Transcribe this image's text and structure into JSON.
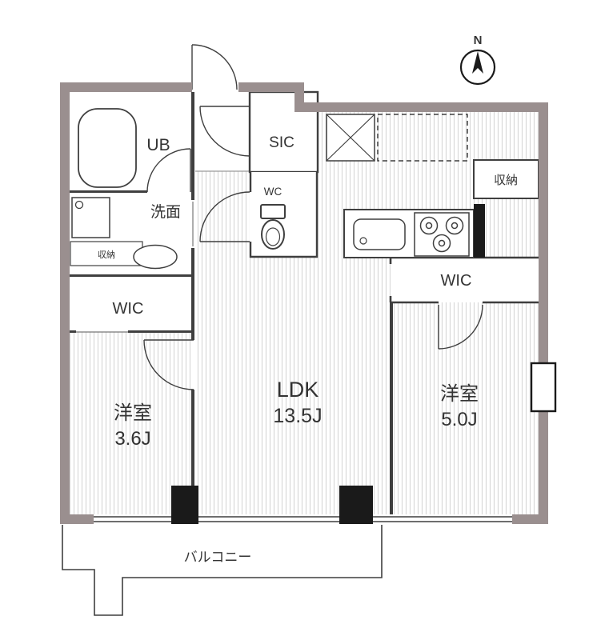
{
  "compass": {
    "label": "N"
  },
  "colors": {
    "wall": "#9a8f8f",
    "hatch": "#d9d9d9",
    "line": "#3f3f3f"
  },
  "rooms": {
    "ldk": {
      "name": "LDK",
      "size": "13.5J"
    },
    "bedroom_left": {
      "name": "洋室",
      "size": "3.6J"
    },
    "bedroom_right": {
      "name": "洋室",
      "size": "5.0J"
    },
    "wic_left": {
      "label": "WIC"
    },
    "wic_right": {
      "label": "WIC"
    },
    "ub": {
      "label": "UB"
    },
    "washroom": {
      "label": "洗面"
    },
    "wc": {
      "label": "WC"
    },
    "sic": {
      "label": "SIC"
    },
    "storage_left": {
      "label": "収納"
    },
    "storage_right": {
      "label": "収納"
    },
    "balcony": {
      "label": "バルコニー"
    }
  }
}
